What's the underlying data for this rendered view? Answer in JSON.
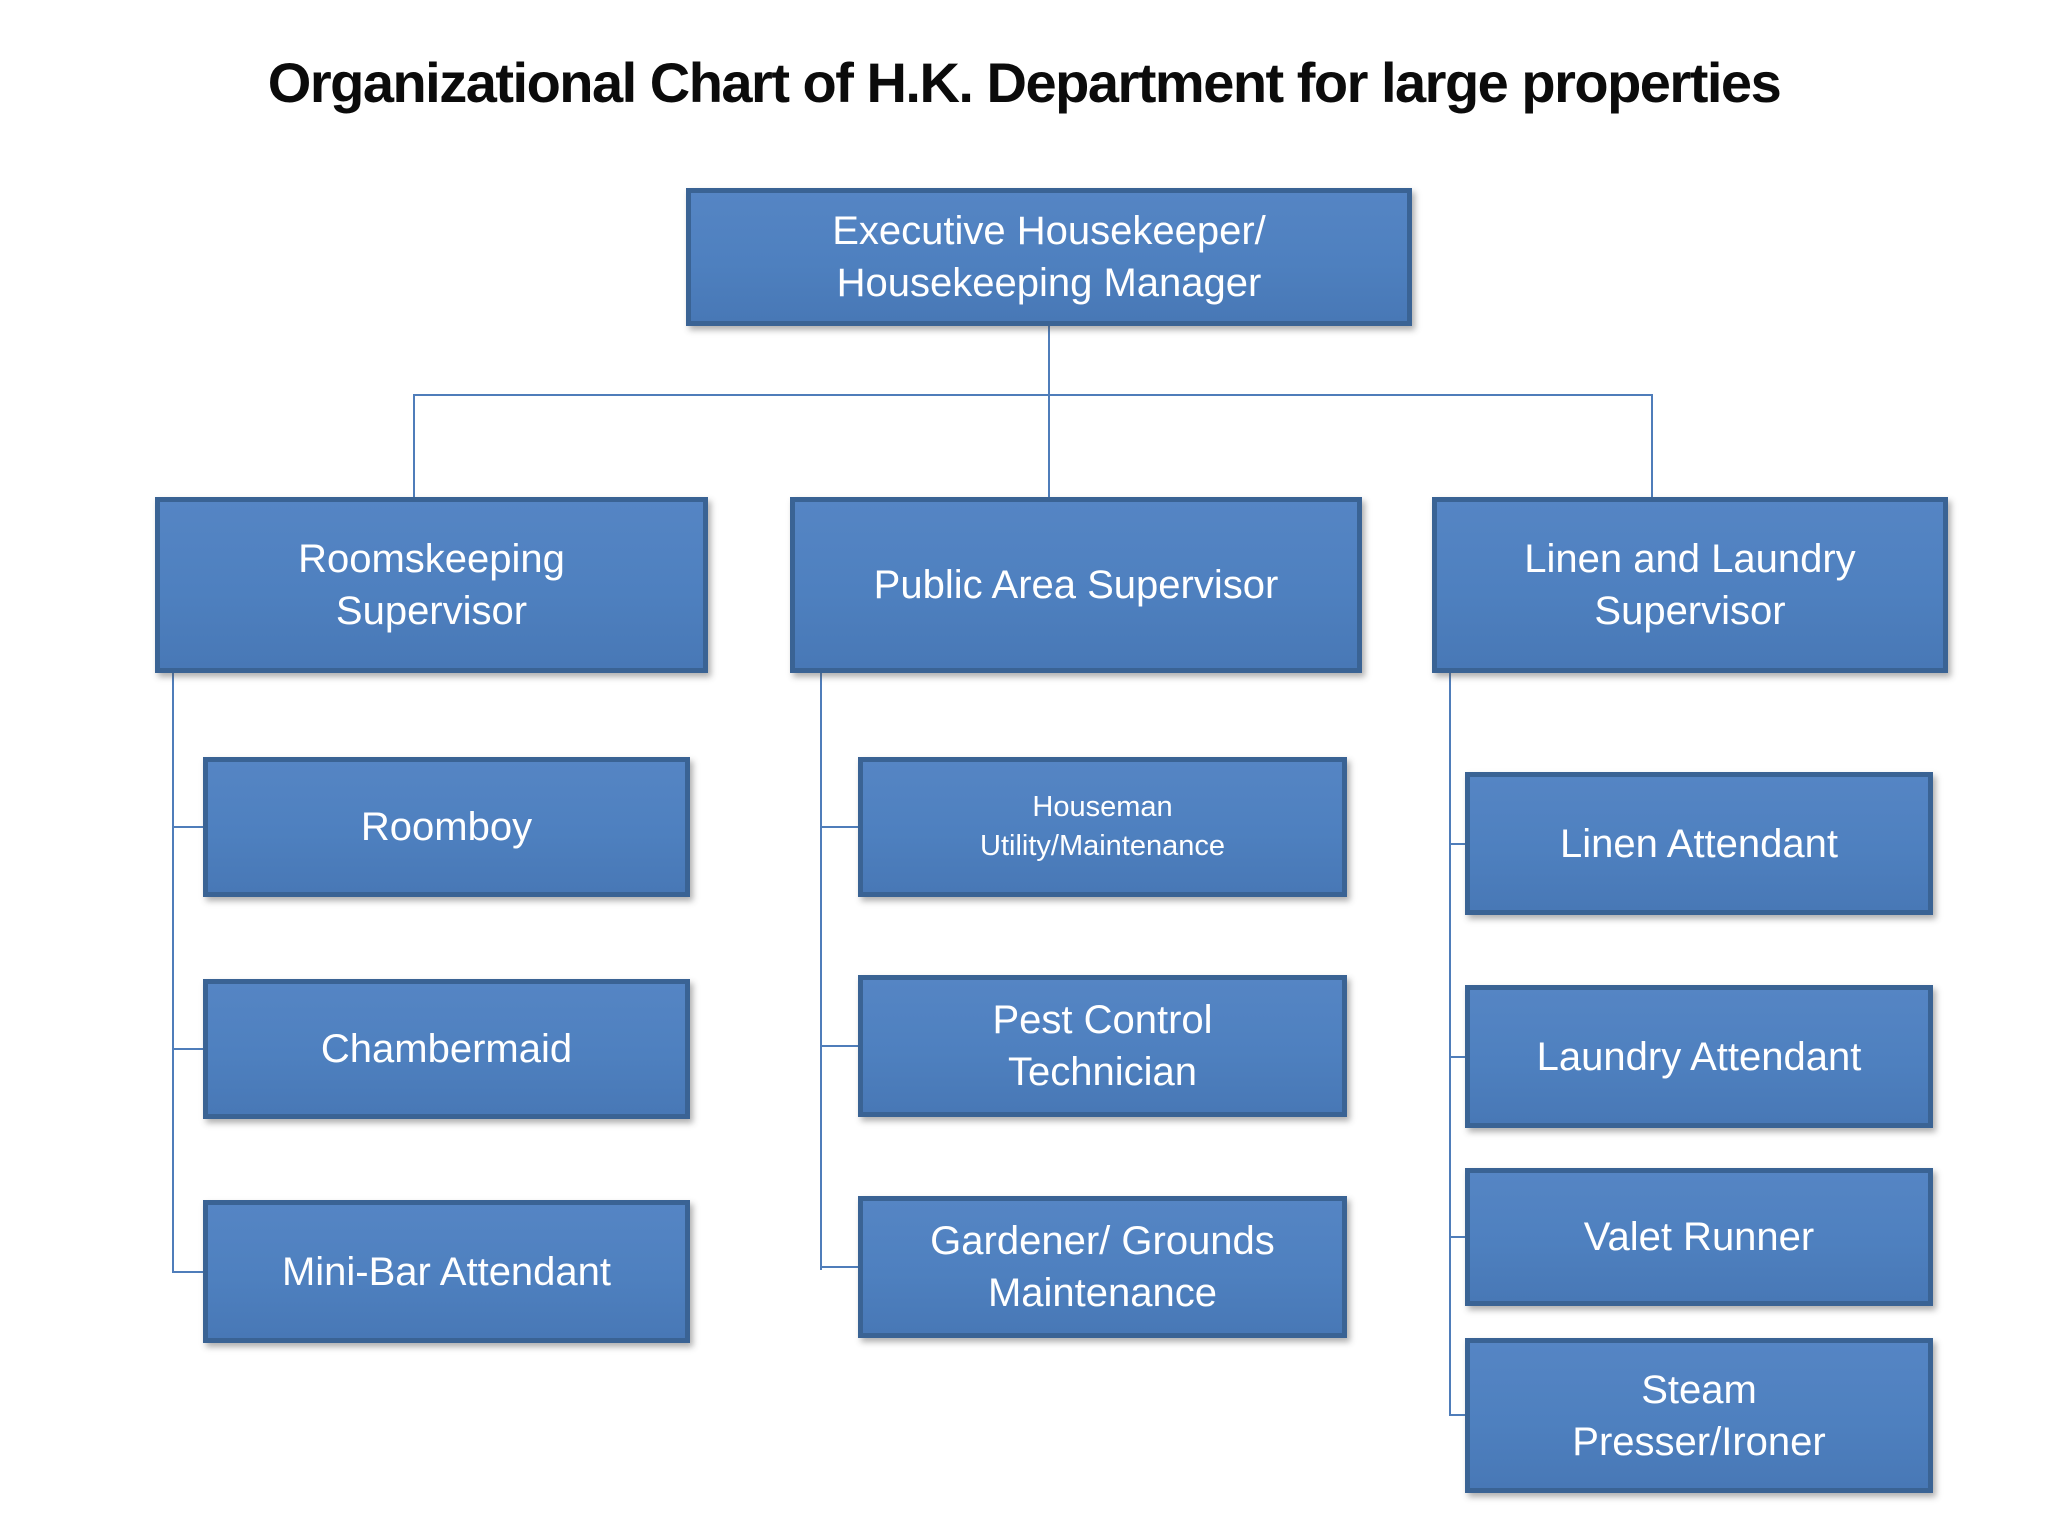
{
  "title": "Organizational Chart of H.K. Department for large properties",
  "colors": {
    "background": "#FFFFFF",
    "title_text": "#0B0B0B",
    "box_fill": "#4E80BF",
    "box_fill_top": "#5585C4",
    "box_fill_bottom": "#4878B6",
    "box_border": "#3A6394",
    "box_text": "#FFFFFF",
    "connector": "#4F7DBA"
  },
  "org": {
    "root": {
      "label": "Executive Housekeeper/\nHousekeeping Manager"
    },
    "branches": [
      {
        "label": "Roomskeeping\nSupervisor",
        "children": [
          {
            "label": "Roomboy"
          },
          {
            "label": "Chambermaid"
          },
          {
            "label": "Mini-Bar Attendant"
          }
        ]
      },
      {
        "label": "Public Area Supervisor",
        "children": [
          {
            "label": "Houseman\nUtility/Maintenance"
          },
          {
            "label": "Pest Control\nTechnician"
          },
          {
            "label": "Gardener/ Grounds\nMaintenance"
          }
        ]
      },
      {
        "label": "Linen and Laundry\nSupervisor",
        "children": [
          {
            "label": "Linen Attendant"
          },
          {
            "label": "Laundry Attendant"
          },
          {
            "label": "Valet Runner"
          },
          {
            "label": "Steam\nPresser/Ironer"
          }
        ]
      }
    ]
  }
}
